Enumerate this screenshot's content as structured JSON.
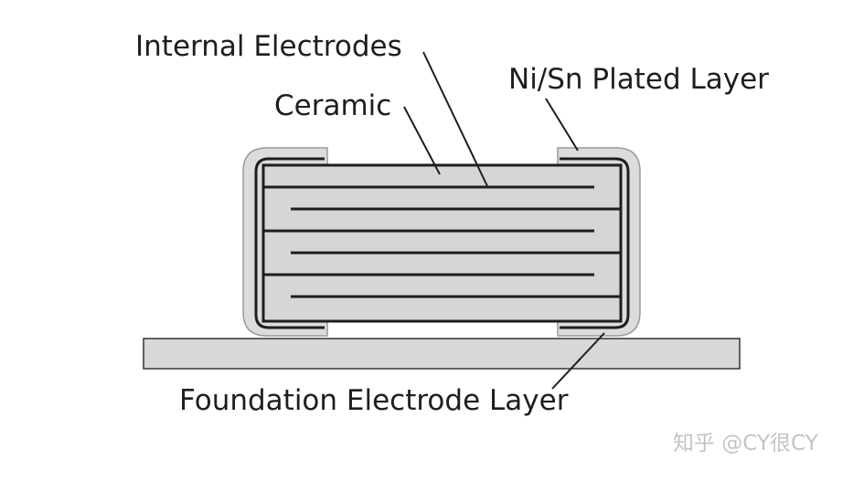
{
  "labels": {
    "internal_electrodes": "Internal Electrodes",
    "ceramic": "Ceramic",
    "ni_sn_plated_layer": "Ni/Sn Plated Layer",
    "foundation_electrode_layer": "Foundation Electrode Layer"
  },
  "watermark": "知乎 @CY很CY",
  "colors": {
    "board": "#d8d8d8",
    "plating": "#dcdcdc",
    "ceramic": "#d6d6d6",
    "line": "#1e1e1e"
  }
}
